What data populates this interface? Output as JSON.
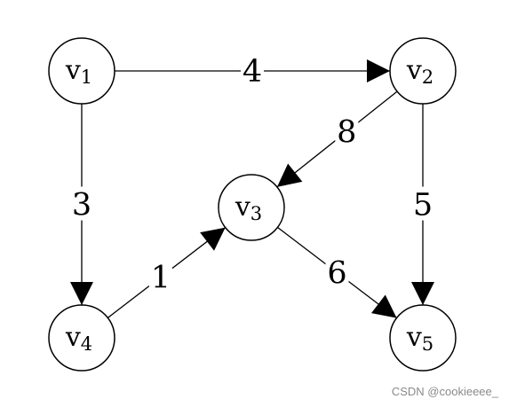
{
  "graph": {
    "nodes": [
      {
        "id": "v1",
        "letter": "v",
        "sub": "1"
      },
      {
        "id": "v2",
        "letter": "v",
        "sub": "2"
      },
      {
        "id": "v3",
        "letter": "v",
        "sub": "3"
      },
      {
        "id": "v4",
        "letter": "v",
        "sub": "4"
      },
      {
        "id": "v5",
        "letter": "v",
        "sub": "5"
      }
    ],
    "edges": [
      {
        "from": "v1",
        "to": "v2",
        "weight": "4"
      },
      {
        "from": "v1",
        "to": "v4",
        "weight": "3"
      },
      {
        "from": "v2",
        "to": "v3",
        "weight": "8"
      },
      {
        "from": "v2",
        "to": "v5",
        "weight": "5"
      },
      {
        "from": "v4",
        "to": "v3",
        "weight": "1"
      },
      {
        "from": "v3",
        "to": "v5",
        "weight": "6"
      }
    ]
  },
  "watermark": "CSDN @cookieeee_"
}
